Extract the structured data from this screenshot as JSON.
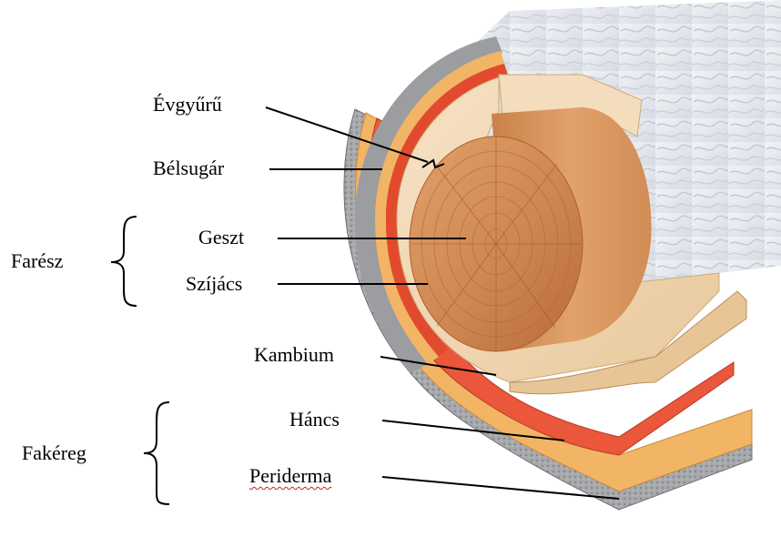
{
  "labels": {
    "evgyuru": "Évgyűrű",
    "belsugar": "Bélsugár",
    "geszt": "Geszt",
    "szijacs": "Szíjács",
    "kambium": "Kambium",
    "hancs": "Háncs",
    "periderma": "Periderma"
  },
  "groups": {
    "faresz": "Farész",
    "fakereg": "Fakéreg"
  },
  "colors": {
    "bark": "#e6e9ef",
    "sapwood": "#f1d8b4",
    "heartwood": "#d08b54",
    "cambium": "#e8553a",
    "phloem": "#f3b768",
    "periderm": "#9a9a9e"
  }
}
